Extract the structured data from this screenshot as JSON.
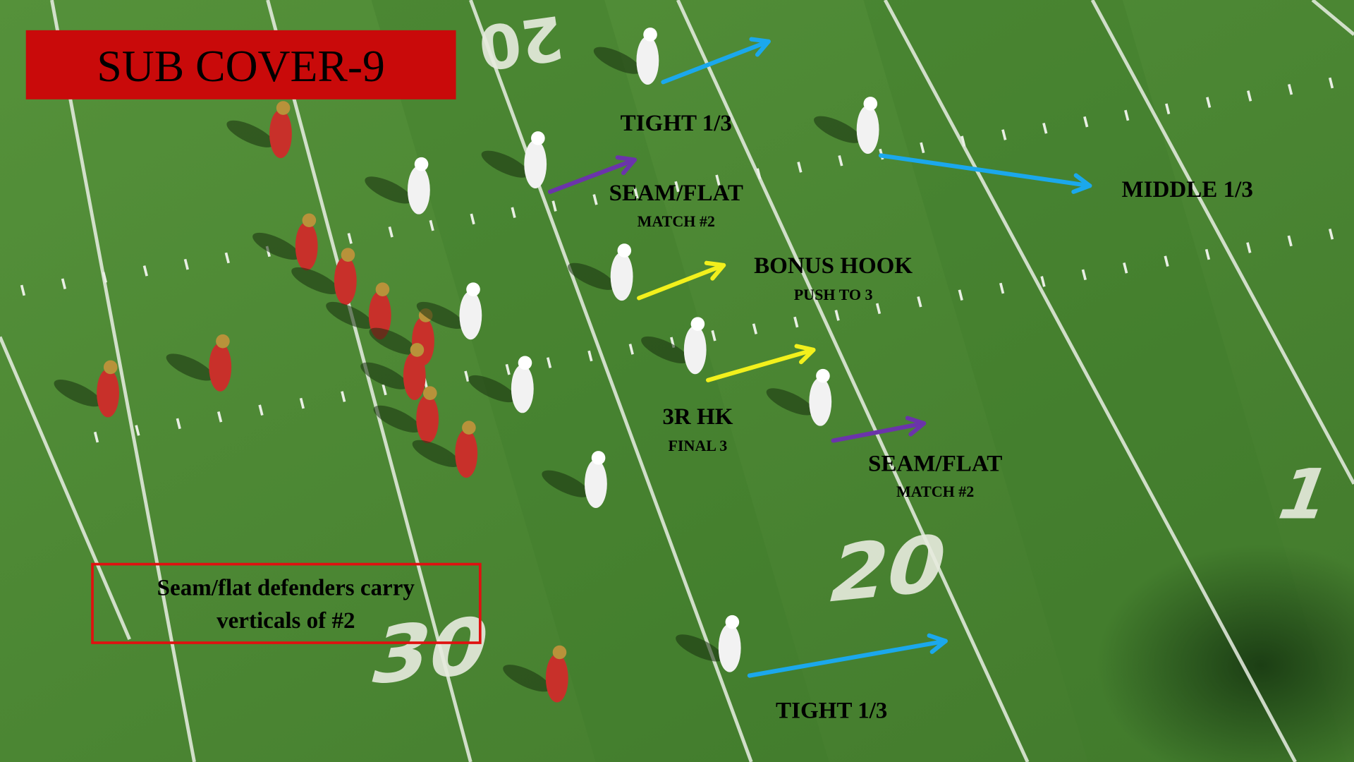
{
  "title": "SUB COVER-9",
  "note": {
    "line1": "Seam/flat defenders carry",
    "line2": "verticals of #2"
  },
  "labels": {
    "tight_top": "TIGHT 1/3",
    "seam_flat_left": "SEAM/FLAT",
    "seam_flat_left_sub": "MATCH #2",
    "middle": "MIDDLE 1/3",
    "bonus_hook": "BONUS HOOK",
    "bonus_hook_sub": "PUSH TO 3",
    "hook_3r": "3R HK",
    "hook_3r_sub": "FINAL 3",
    "seam_flat_right": "SEAM/FLAT",
    "seam_flat_right_sub": "MATCH #2",
    "tight_bottom": "TIGHT 1/3"
  },
  "field_numbers": {
    "top": "20",
    "mid": "20",
    "bottom": "30",
    "right": "1"
  },
  "colors": {
    "title_box": "#c90a0a",
    "note_border": "#e01010",
    "deep_arrow": "#1ba8ec",
    "seam_arrow": "#6b34aa",
    "hook_arrow": "#f2f01c",
    "field": "#4a8433",
    "offense": "#c8302a",
    "defense": "#f2f2f2"
  }
}
